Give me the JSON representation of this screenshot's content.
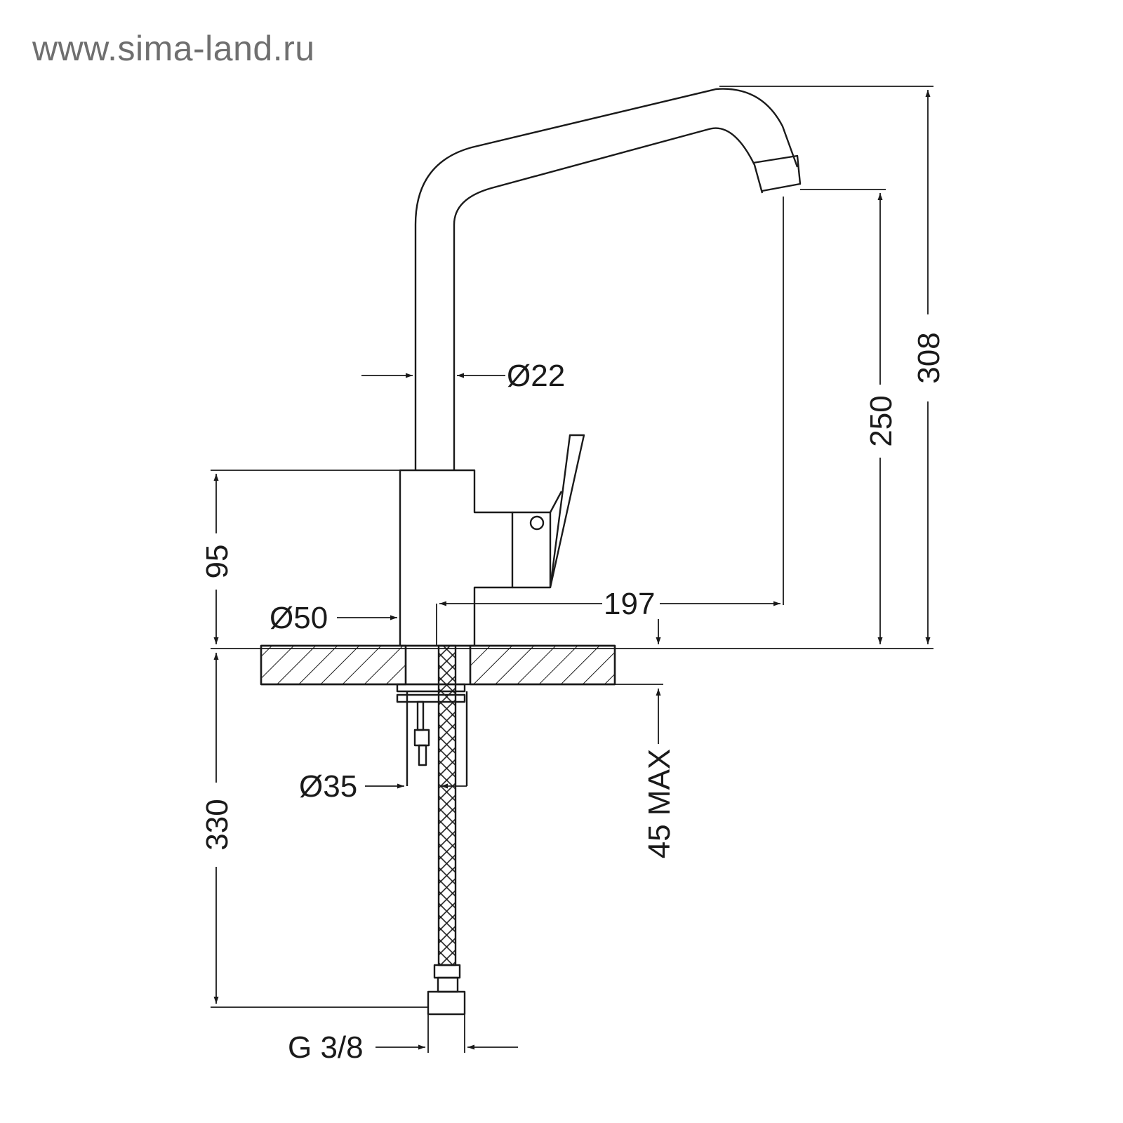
{
  "watermark": "www.sima-land.ru",
  "dimensions": {
    "d22": "Ø22",
    "h95": "95",
    "d50": "Ø50",
    "w197": "197",
    "h250": "250",
    "h308": "308",
    "h330": "330",
    "d35": "Ø35",
    "max45": "45 MAX",
    "thread": "G 3/8"
  },
  "colors": {
    "line": "#1a1a1a",
    "watermark": "#6f6f6f"
  }
}
